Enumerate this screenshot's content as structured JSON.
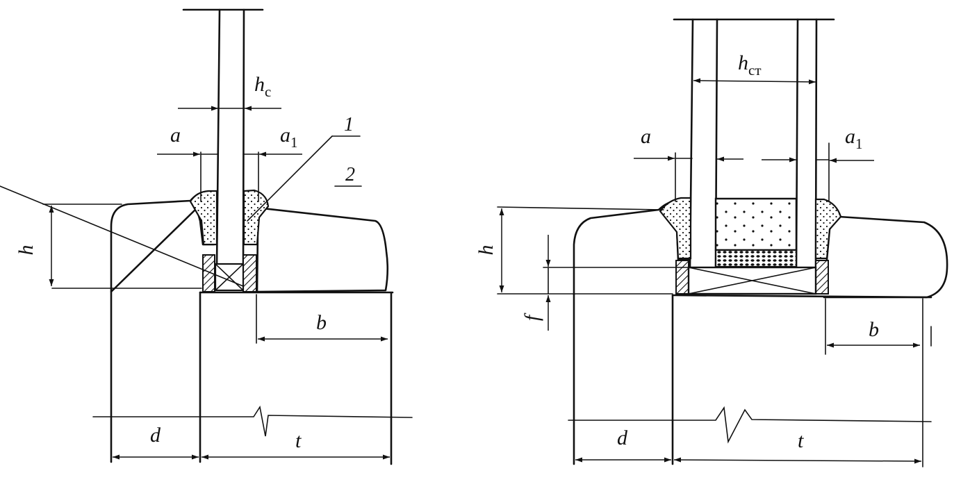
{
  "left_view": {
    "labels": {
      "h": "h",
      "hc_main": "h",
      "hc_sub": "с",
      "a": "a",
      "a1_main": "a",
      "a1_sub": "1",
      "b": "b",
      "d": "d",
      "t": "t",
      "callout_1": "1",
      "callout_2": "2"
    }
  },
  "right_view": {
    "labels": {
      "h": "h",
      "f": "f",
      "hct_main": "h",
      "hct_sub": "ст",
      "a": "a",
      "a1_main": "a",
      "a1_sub": "1",
      "b": "b",
      "d": "d",
      "t": "t"
    }
  },
  "colors": {
    "ink": "#111111",
    "paper": "#ffffff"
  },
  "fonts_note": ""
}
